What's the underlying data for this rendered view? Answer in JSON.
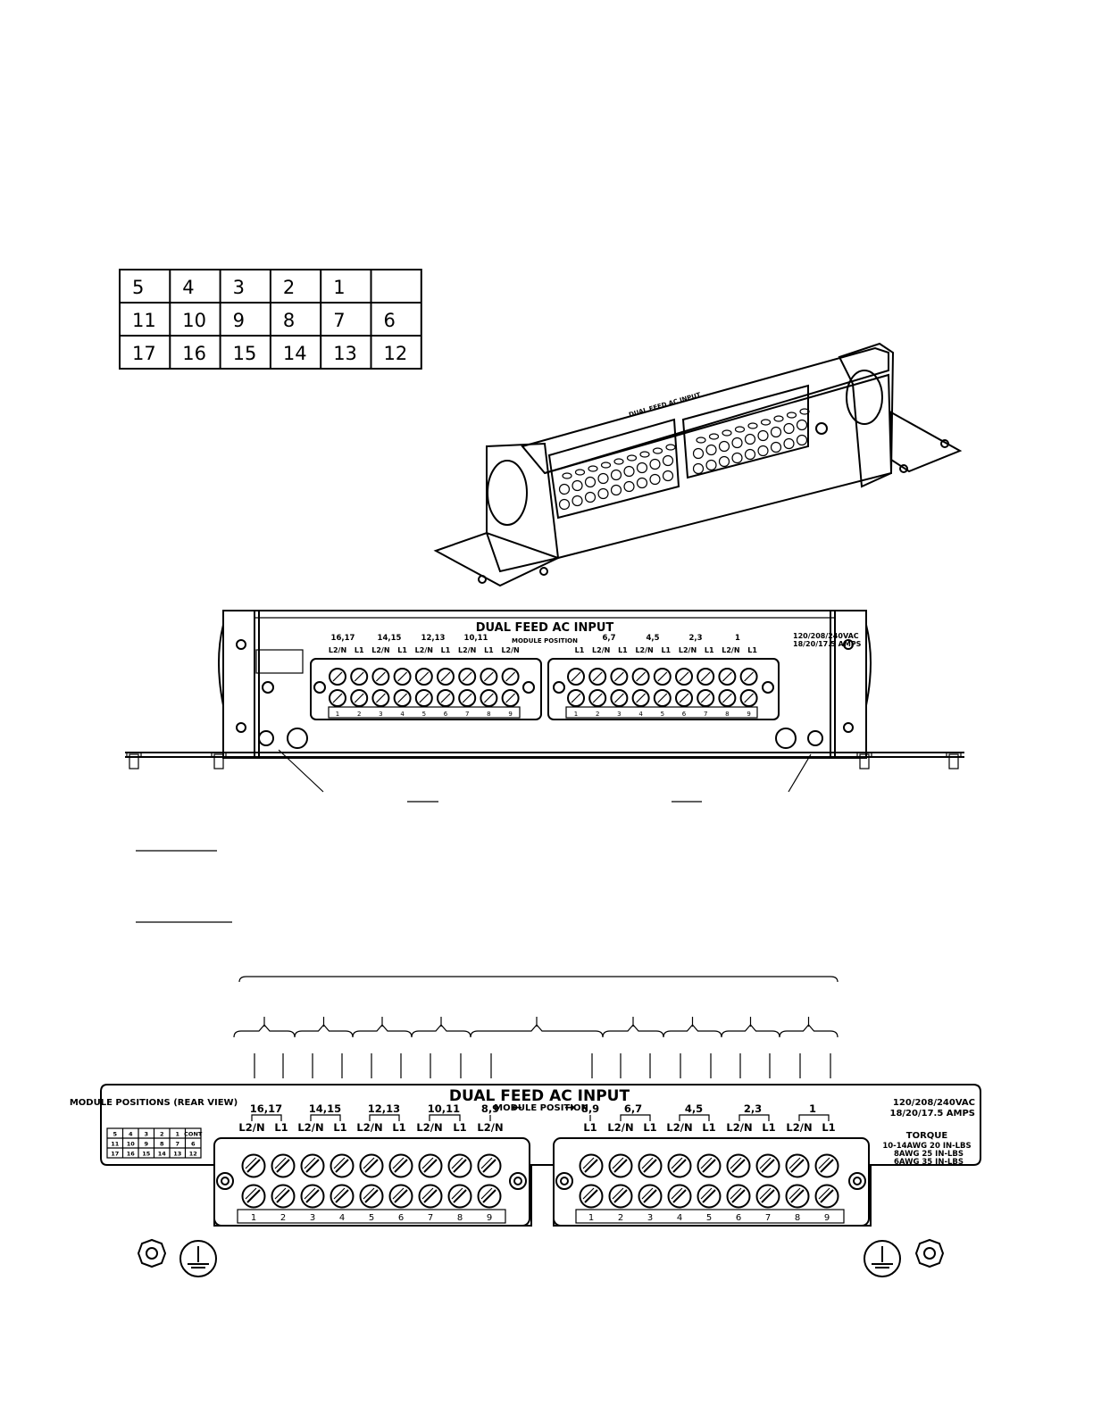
{
  "position_grid": {
    "rows": [
      [
        "5",
        "4",
        "3",
        "2",
        "1",
        ""
      ],
      [
        "11",
        "10",
        "9",
        "8",
        "7",
        "6"
      ],
      [
        "17",
        "16",
        "15",
        "14",
        "13",
        "12"
      ]
    ]
  },
  "panel": {
    "title": "DUAL FEED AC INPUT",
    "module_positions_label": "MODULE POSITIONS (REAR VIEW)",
    "mini_grid": {
      "rows": [
        [
          "5",
          "4",
          "3",
          "2",
          "1",
          "CONT"
        ],
        [
          "11",
          "10",
          "9",
          "8",
          "7",
          "6"
        ],
        [
          "17",
          "16",
          "15",
          "14",
          "13",
          "12"
        ]
      ]
    },
    "module_position_label": "MODULE POSITION",
    "arrow_left": "←",
    "arrow_right": "→",
    "left_groups": [
      "16,17",
      "14,15",
      "12,13",
      "10,11",
      "8,9"
    ],
    "right_groups": [
      "8,9",
      "6,7",
      "4,5",
      "2,3",
      "1"
    ],
    "left_terminal_labels": [
      "L2/N",
      "L1",
      "L2/N",
      "L1",
      "L2/N",
      "L1",
      "L2/N",
      "L1",
      "L2/N"
    ],
    "right_terminal_labels": [
      "L1",
      "L2/N",
      "L1",
      "L2/N",
      "L1",
      "L2/N",
      "L1",
      "L2/N",
      "L1"
    ],
    "terminal_numbers": [
      "1",
      "2",
      "3",
      "4",
      "5",
      "6",
      "7",
      "8",
      "9"
    ],
    "rating_line1": "120/208/240VAC",
    "rating_line2": "18/20/17.5  AMPS",
    "torque_title": "TORQUE",
    "torque_line1": "10-14AWG  20  IN-LBS",
    "torque_line2": "8AWG  25  IN-LBS",
    "torque_line3": "6AWG  35  IN-LBS"
  }
}
